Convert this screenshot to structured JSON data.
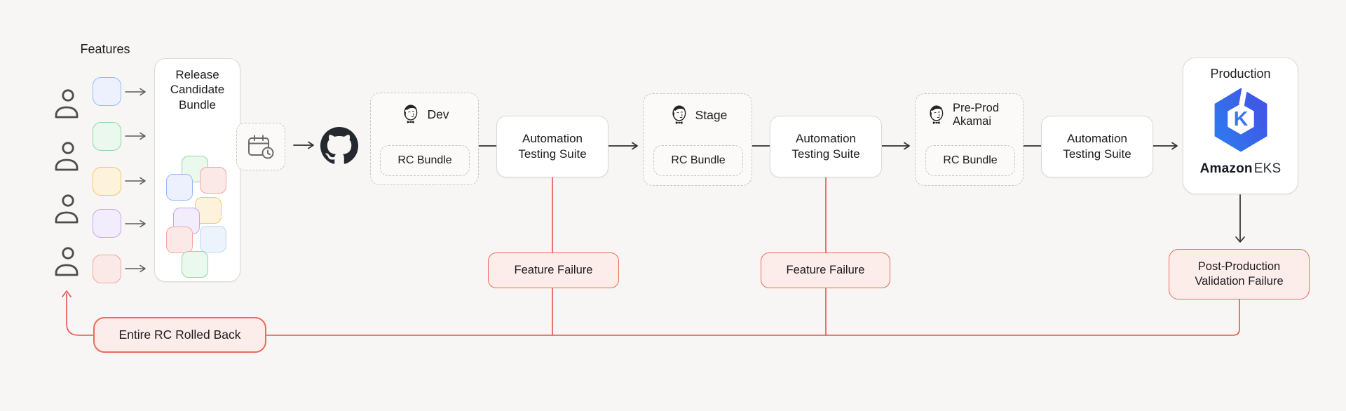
{
  "colors": {
    "bg": "#F7F6F4",
    "accent_red": "#E2564B",
    "failure_border": "#EE6A5E",
    "failure_fill": "#FCEDEB",
    "line_dark": "#2F2F2F",
    "arrow_gray": "#5A5A5A",
    "box_border": "#DBDAD8",
    "dashed_border": "#C7C6C4",
    "dashed_fill": "#FBFAF8",
    "github": "#24292F",
    "person_stroke": "#4D4D4D",
    "icon_stroke": "#6B6B6B",
    "jenkins_ink": "#262220",
    "eks_blue_light": "#2E7CEF",
    "eks_blue_dark": "#4252E4",
    "eks_k": "#3E74EC"
  },
  "palette": {
    "blue": {
      "border": "#94BCF3",
      "fill": "#EDF1FD"
    },
    "green": {
      "border": "#90D8A2",
      "fill": "#EAF8EE"
    },
    "orange": {
      "border": "#F4C965",
      "fill": "#FDF2DC"
    },
    "purple": {
      "border": "#C8A5F0",
      "fill": "#F2EDFD"
    },
    "red": {
      "border": "#F3A7A1",
      "fill": "#FBE9E8"
    },
    "lightblue": {
      "border": "#BBD8F8",
      "fill": "#EDF3FD"
    }
  },
  "features": {
    "title": "Features",
    "items": [
      "blue",
      "green",
      "orange",
      "purple",
      "red"
    ],
    "person_count": 4
  },
  "release_candidate": {
    "title": "Release Candidate Bundle",
    "cluster": [
      "green",
      "red",
      "blue",
      "orange",
      "purple",
      "red",
      "lightblue",
      "green"
    ]
  },
  "icons": {
    "calendar": "calendar-clock-icon",
    "github": "github-icon",
    "jenkins": "jenkins-icon",
    "person": "person-icon",
    "kubernetes": "eks-logo"
  },
  "pipeline": {
    "testing_suite_label": "Automation Testing Suite",
    "environments": [
      {
        "name": "Dev",
        "bundle": "RC Bundle"
      },
      {
        "name": "Stage",
        "bundle": "RC Bundle"
      },
      {
        "name": "Pre-Prod Akamai",
        "bundle": "RC Bundle"
      }
    ]
  },
  "production": {
    "title": "Production",
    "logo_letter": "K",
    "brand": "Amazon",
    "product": "EKS"
  },
  "failures": {
    "feature_failure": "Feature Failure",
    "post_production": "Post-Production Validation Failure",
    "rollback": "Entire RC Rolled Back"
  }
}
